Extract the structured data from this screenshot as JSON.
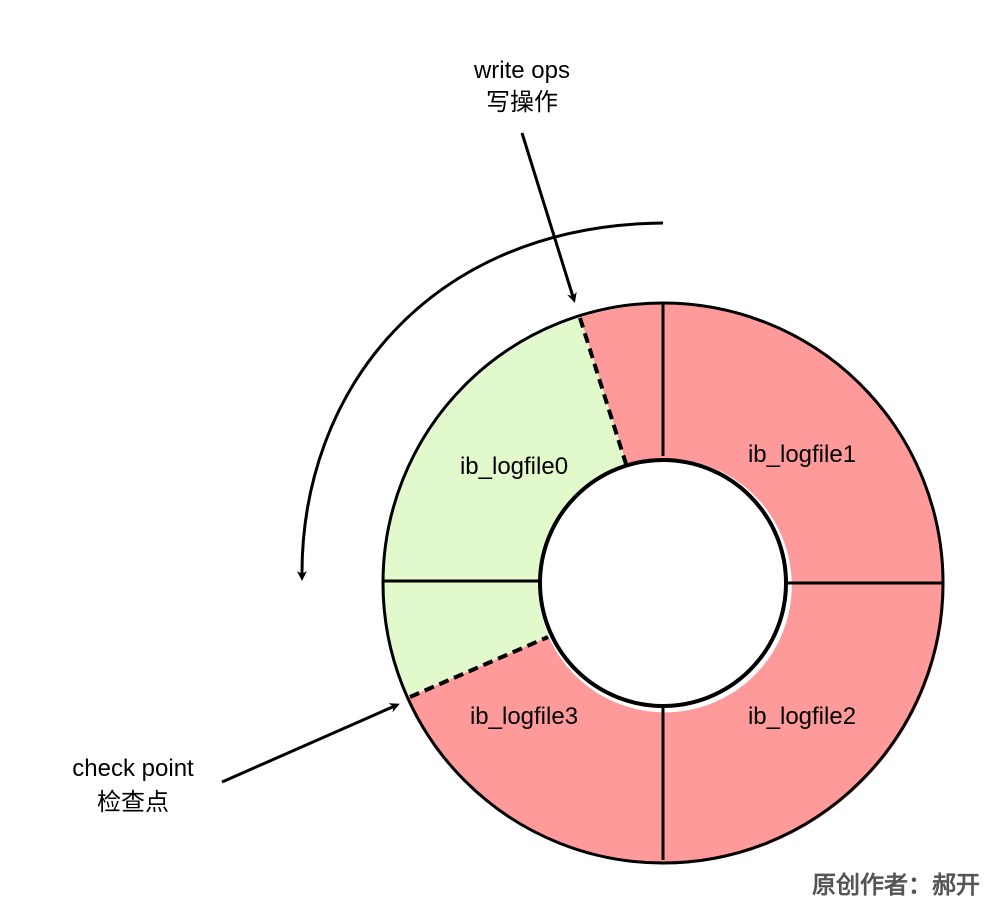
{
  "colors": {
    "written_segment": "#ff9a9a",
    "free_segment": "#e2f9cc",
    "stroke": "#000000",
    "credit_text": "#555555"
  },
  "labels": {
    "write_ops_en": "write ops",
    "write_ops_zh": "写操作",
    "check_point_en": "check point",
    "check_point_zh": "检查点",
    "logfile0": "ib_logfile0",
    "logfile1": "ib_logfile1",
    "logfile2": "ib_logfile2",
    "logfile3": "ib_logfile3",
    "credit": "原创作者：郝开"
  }
}
